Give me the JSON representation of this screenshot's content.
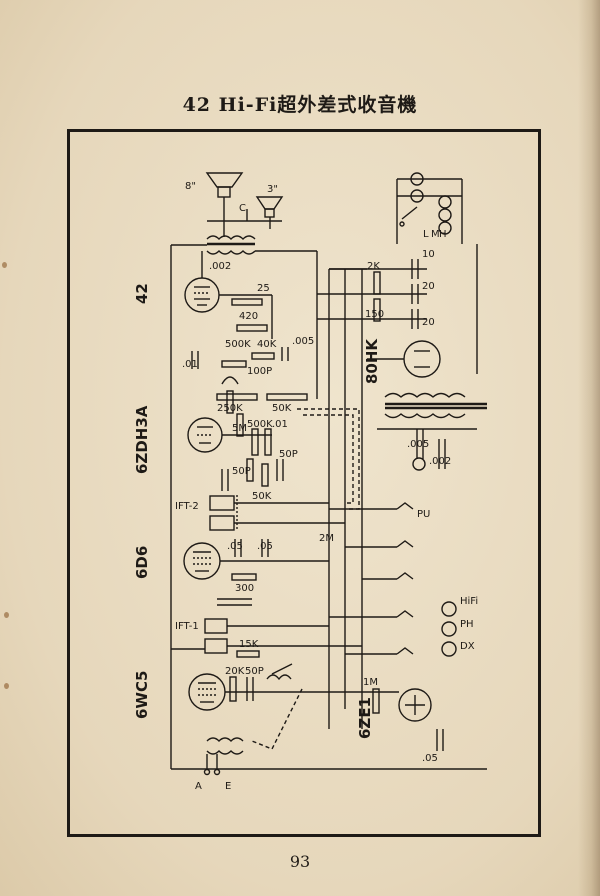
{
  "header": {
    "title": "42 Hi-Fi超外差式收音機"
  },
  "footer": {
    "page_number": "93"
  },
  "tubes": {
    "t42": "42",
    "t6zdh3a": "6ZDH3A",
    "t6d6": "6D6",
    "t6wc5": "6WC5",
    "t80hk": "80HK",
    "t6ze1": "6ZE1"
  },
  "speakers": {
    "large": "8\"",
    "small": "3\""
  },
  "transformers": {
    "ift2": "IFT-2",
    "ift1": "IFT-1"
  },
  "components": {
    "c_002_out": ".002",
    "c_25": "25",
    "r_420": "420",
    "r_500k": "500K",
    "r_40k": "40K",
    "c_005a": ".005",
    "c_01": ".01",
    "c_100p": "100P",
    "r_250k": "250K",
    "r_50k": "50K",
    "r_5m": "5M",
    "r_500k_b": "500K",
    "c_01b": ".01",
    "c_50p": "50P",
    "r_50k_b": "50K",
    "c_50p_b": "50P",
    "r_2m": "2M",
    "c_05a": ".05",
    "c_05b": ".05",
    "r_300": "300",
    "r_15k": "15K",
    "r_20k": "20K",
    "c_50p_c": "50P",
    "r_1m": "1M",
    "c_05c": ".05",
    "c_10": "10",
    "c_20a": "20",
    "c_20b": "20",
    "r_2k": "2K",
    "r_150": "150",
    "c_005b": ".005",
    "c_002b": ".002",
    "choke_c": "C",
    "l_label": "L",
    "m_label": "M",
    "h_label": "H"
  },
  "switch_labels": {
    "pu": "PU",
    "hifi": "HiFi",
    "ph": "PH",
    "dx": "DX"
  },
  "terminals": {
    "antenna": "A",
    "earth": "E"
  }
}
